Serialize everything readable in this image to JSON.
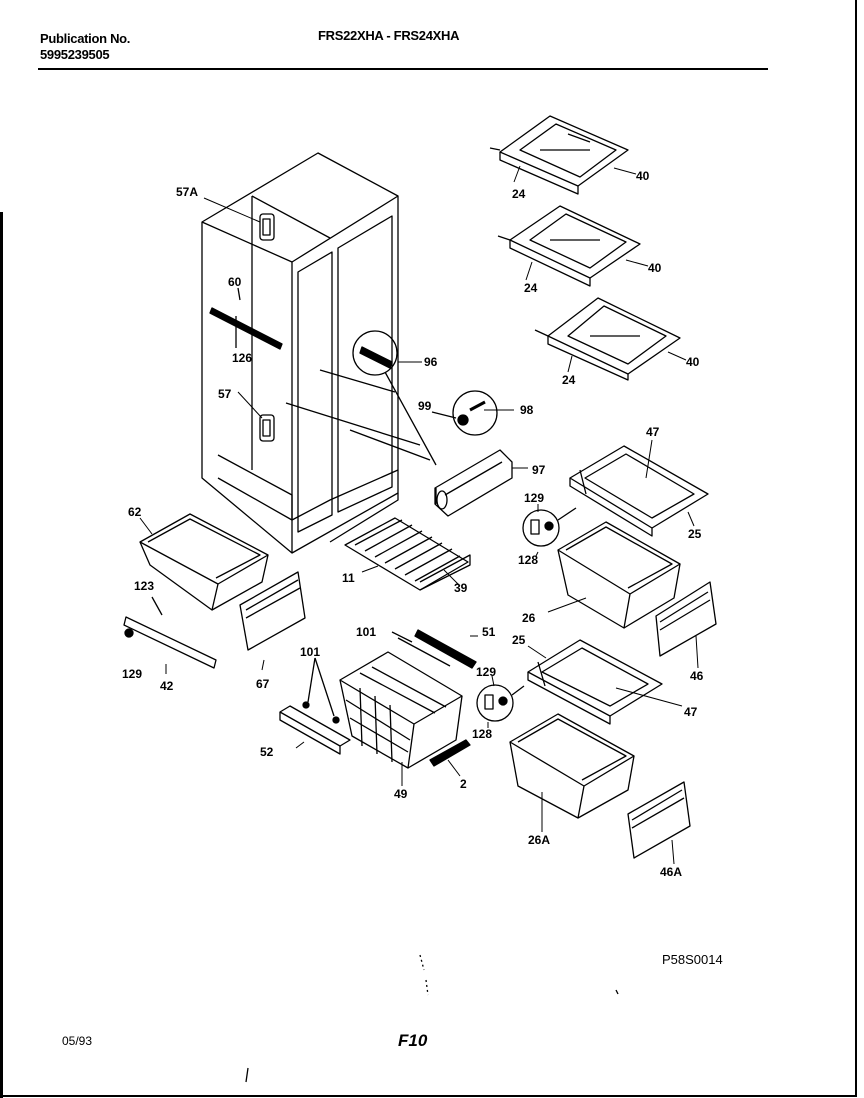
{
  "header": {
    "publication_label": "Publication No.",
    "publication_number": "5995239505",
    "models": "FRS22XHA - FRS24XHA"
  },
  "footer": {
    "date": "05/93",
    "figure": "F10",
    "diagram_code": "P58S0014"
  },
  "callouts": {
    "c57A": "57A",
    "c60": "60",
    "c126": "126",
    "c57": "57",
    "c96": "96",
    "c99": "99",
    "c98": "98",
    "c97": "97",
    "c62": "62",
    "c123": "123",
    "c129a": "129",
    "c42": "42",
    "c67": "67",
    "c11": "11",
    "c39": "39",
    "c101a": "101",
    "c51": "51",
    "c101b": "101",
    "c52": "52",
    "c49": "49",
    "c2": "2",
    "c24a": "24",
    "c40a": "40",
    "c24b": "24",
    "c40b": "40",
    "c24c": "24",
    "c40c": "40",
    "c47a": "47",
    "c129b": "129",
    "c25a": "25",
    "c128a": "128",
    "c26": "26",
    "c46": "46",
    "c25b": "25",
    "c129c": "129",
    "c47b": "47",
    "c128b": "128",
    "c26A": "26A",
    "c46A": "46A"
  }
}
